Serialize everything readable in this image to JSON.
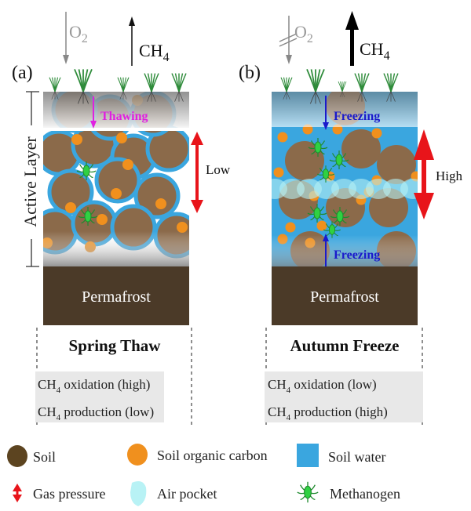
{
  "colors": {
    "soil": "#8b6a4a",
    "soil_legend": "#5c4420",
    "organic_carbon": "#f0901e",
    "soil_water": "#3aa6df",
    "air_pocket": "#b8f2f5",
    "permafrost": "#4b3a28",
    "gas_pressure": "#e8141a",
    "methanogen": "#2fd142",
    "thawing": "#e020e0",
    "freezing": "#1a1acc"
  },
  "panel_a": {
    "label": "(a)",
    "o2": "O",
    "o2_sub": "2",
    "ch4": "CH",
    "ch4_sub": "4",
    "process_label": "Thawing",
    "pressure_label": "Low",
    "permafrost": "Permafrost",
    "season": "Spring Thaw",
    "oxidation": {
      "pre": "CH",
      "sub": "4",
      "post": " oxidation (high)"
    },
    "production": {
      "pre": "CH",
      "sub": "4",
      "post": " production (low)"
    }
  },
  "panel_b": {
    "label": "(b)",
    "o2": "O",
    "o2_sub": "2",
    "ch4": "CH",
    "ch4_sub": "4",
    "process_label_top": "Freezing",
    "process_label_bottom": "Freezing",
    "pressure_label": "High",
    "permafrost": "Permafrost",
    "season": "Autumn Freeze",
    "oxidation": {
      "pre": "CH",
      "sub": "4",
      "post": " oxidation (low)"
    },
    "production": {
      "pre": "CH",
      "sub": "4",
      "post": " production (high)"
    }
  },
  "active_layer_label": "Active Layer",
  "legend": [
    {
      "icon": "soil-circle",
      "label": "Soil"
    },
    {
      "icon": "organic-carbon-circle",
      "label": "Soil organic carbon"
    },
    {
      "icon": "soil-water-square",
      "label": "Soil water"
    },
    {
      "icon": "gas-pressure-arrow",
      "label": "Gas pressure"
    },
    {
      "icon": "air-pocket-blob",
      "label": "Air pocket"
    },
    {
      "icon": "methanogen-microbe",
      "label": "Methanogen"
    }
  ]
}
